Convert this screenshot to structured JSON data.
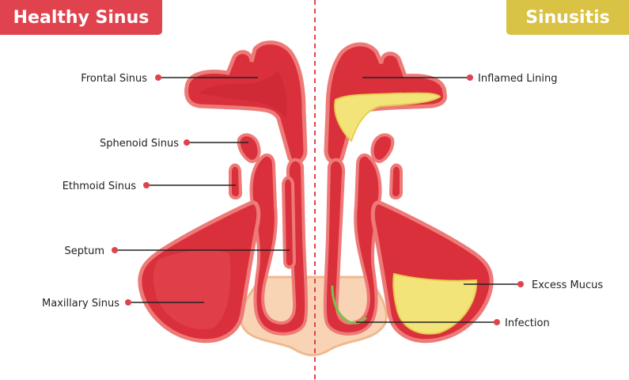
{
  "headers": {
    "left": "Healthy Sinus",
    "right": "Sinusitis"
  },
  "labels": {
    "frontal_sinus": "Frontal Sinus",
    "sphenoid_sinus": "Sphenoid Sinus",
    "ethmoid_sinus": "Ethmoid Sinus",
    "septum": "Septum",
    "maxillary_sinus": "Maxillary Sinus",
    "inflamed_lining": "Inflamed Lining",
    "excess_mucus": "Excess Mucus",
    "infection": "Infection"
  },
  "colors": {
    "healthy_banner": "#e0434e",
    "sinusitis_banner": "#d9c244",
    "tissue": "#d9303c",
    "tissue_light": "#ee7a78",
    "nose_skin": "#f9d4b4",
    "mucus": "#f3e47a",
    "infection": "#7cc04a",
    "pointer_dot": "#e0434e"
  }
}
